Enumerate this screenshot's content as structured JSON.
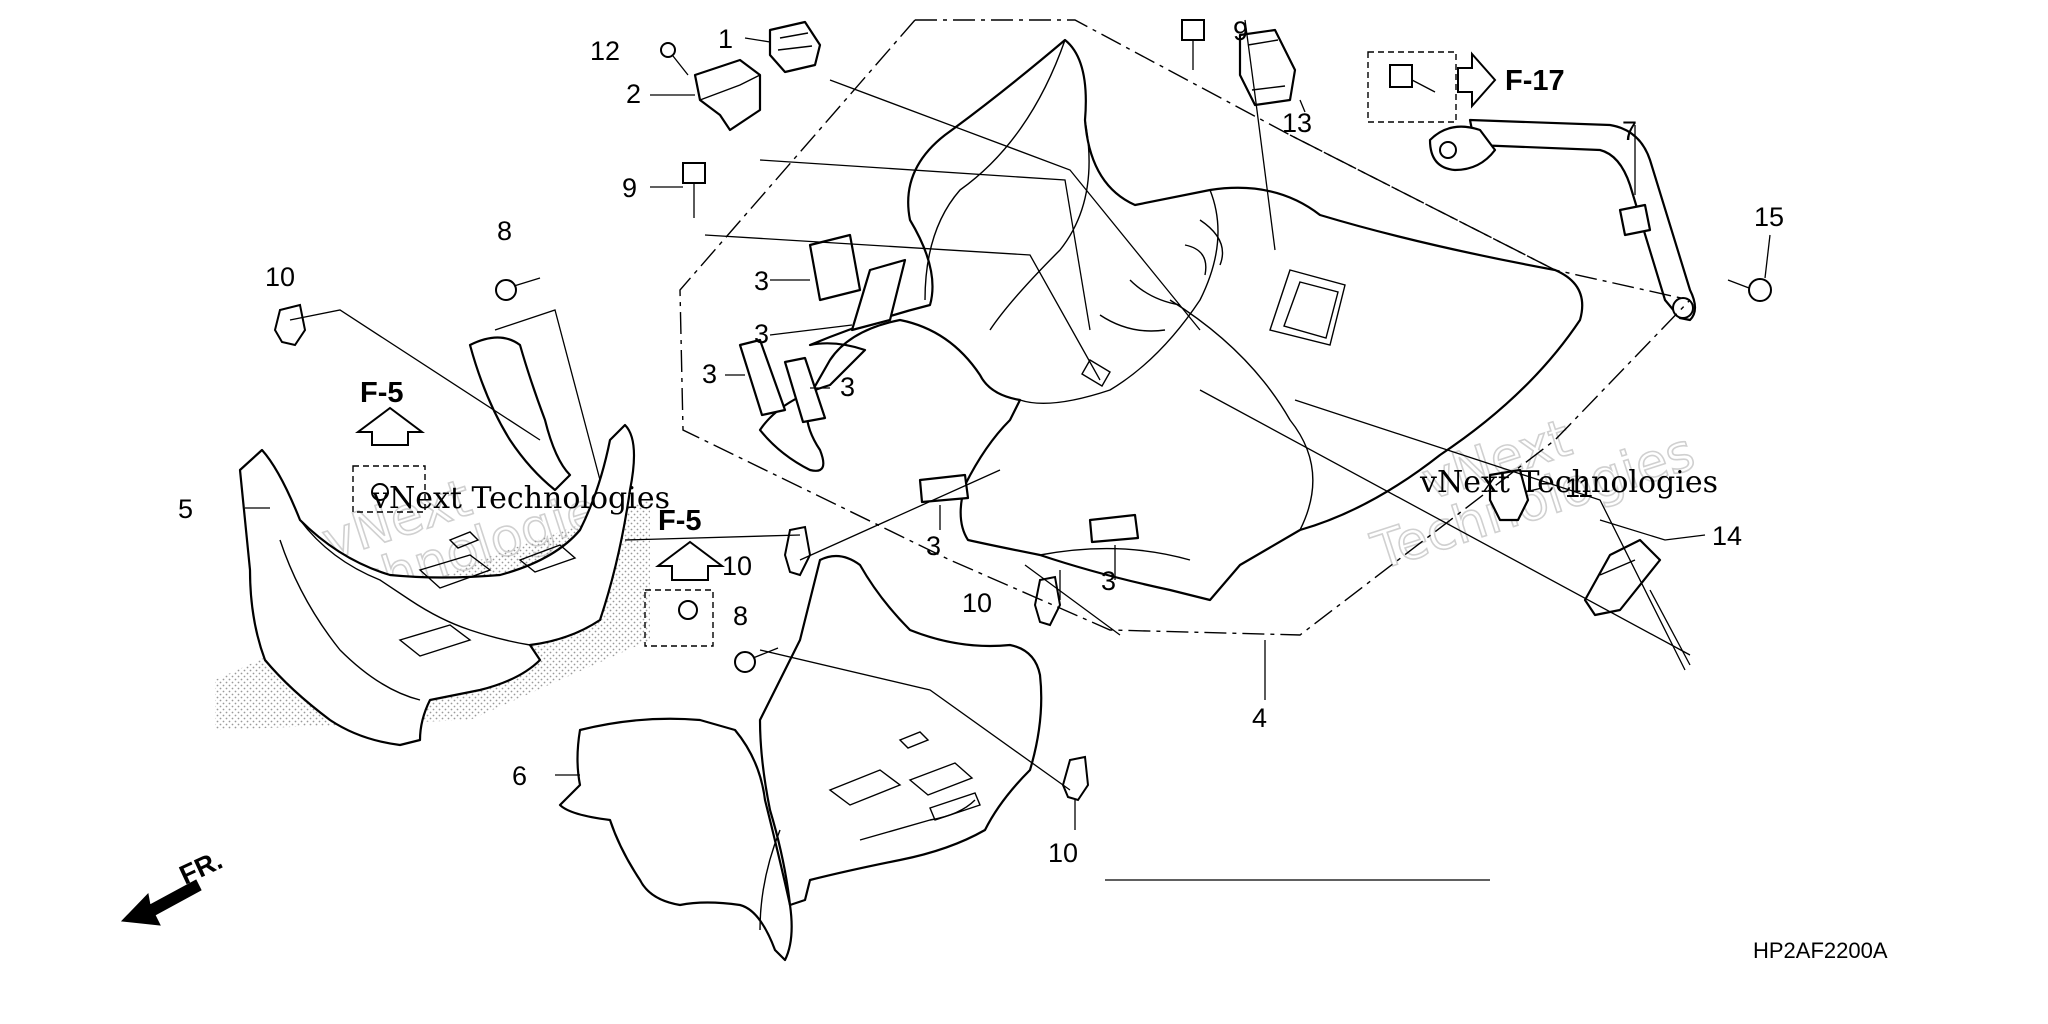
{
  "diagram": {
    "code": "HP2AF2200A",
    "front_label": "FR.",
    "references": [
      {
        "id": "ref-f17",
        "label": "F-17"
      },
      {
        "id": "ref-f5-left",
        "label": "F-5"
      },
      {
        "id": "ref-f5-center",
        "label": "F-5"
      }
    ],
    "callouts": [
      {
        "id": "c1",
        "label": "1"
      },
      {
        "id": "c2",
        "label": "2"
      },
      {
        "id": "c3a",
        "label": "3"
      },
      {
        "id": "c3b",
        "label": "3"
      },
      {
        "id": "c3c",
        "label": "3"
      },
      {
        "id": "c3d",
        "label": "3"
      },
      {
        "id": "c3e",
        "label": "3"
      },
      {
        "id": "c3f",
        "label": "3"
      },
      {
        "id": "c4",
        "label": "4"
      },
      {
        "id": "c5",
        "label": "5"
      },
      {
        "id": "c6",
        "label": "6"
      },
      {
        "id": "c7",
        "label": "7"
      },
      {
        "id": "c8a",
        "label": "8"
      },
      {
        "id": "c8b",
        "label": "8"
      },
      {
        "id": "c9a",
        "label": "9"
      },
      {
        "id": "c9b",
        "label": "9"
      },
      {
        "id": "c10a",
        "label": "10"
      },
      {
        "id": "c10b",
        "label": "10"
      },
      {
        "id": "c10c",
        "label": "10"
      },
      {
        "id": "c10d",
        "label": "10"
      },
      {
        "id": "c11",
        "label": "11"
      },
      {
        "id": "c12",
        "label": "12"
      },
      {
        "id": "c13",
        "label": "13"
      },
      {
        "id": "c14",
        "label": "14"
      },
      {
        "id": "c15",
        "label": "15"
      }
    ],
    "watermarks": [
      {
        "id": "wm-left",
        "label": "vNext Technologies"
      },
      {
        "id": "wm-right",
        "label": "vNext Technologies"
      }
    ]
  }
}
